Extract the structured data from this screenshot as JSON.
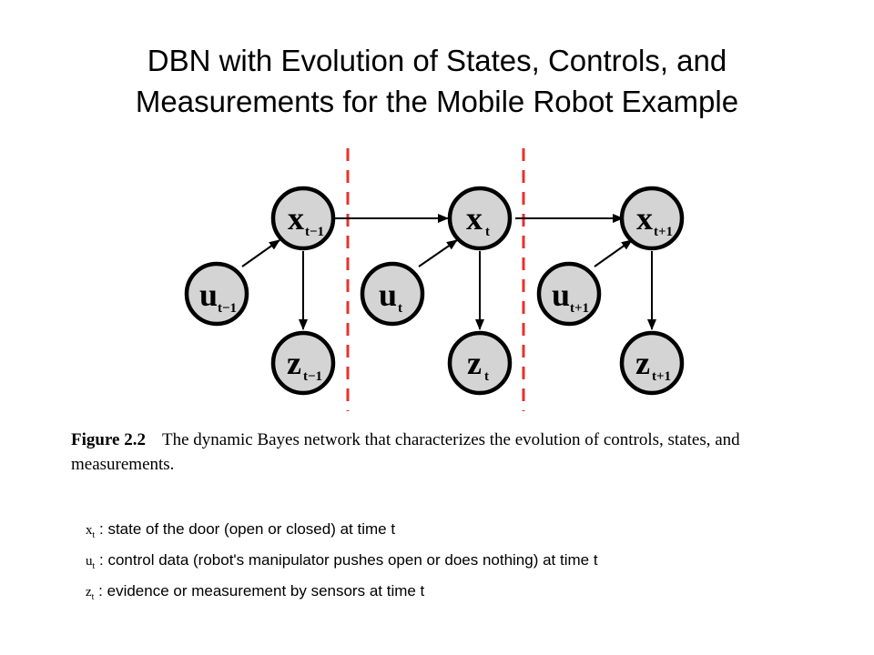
{
  "title": {
    "line1": "DBN with Evolution of States, Controls, and",
    "line2": "Measurements for the Mobile Robot Example"
  },
  "diagram": {
    "colors": {
      "node_fill": "#d4d4d4",
      "divider": "#e8322b"
    },
    "slices": [
      {
        "x": {
          "main": "x",
          "sub": "t−1"
        },
        "u": {
          "main": "u",
          "sub": "t−1"
        },
        "z": {
          "main": "z",
          "sub": "t−1"
        }
      },
      {
        "x": {
          "main": "x",
          "sub": "t"
        },
        "u": {
          "main": "u",
          "sub": "t"
        },
        "z": {
          "main": "z",
          "sub": "t"
        }
      },
      {
        "x": {
          "main": "x",
          "sub": "t+1"
        },
        "u": {
          "main": "u",
          "sub": "t+1"
        },
        "z": {
          "main": "z",
          "sub": "t+1"
        }
      }
    ]
  },
  "caption": {
    "label": "Figure 2.2",
    "text": "The dynamic Bayes network that characterizes the evolution of controls, states, and measurements."
  },
  "legend": [
    {
      "symbol": "x",
      "sub": "t",
      "text": " : state of the door (open or closed) at time t"
    },
    {
      "symbol": "u",
      "sub": "t",
      "text": " : control data (robot's manipulator pushes open or does nothing) at time t"
    },
    {
      "symbol": "z",
      "sub": "t",
      "text": " : evidence or measurement by sensors at time t"
    }
  ]
}
